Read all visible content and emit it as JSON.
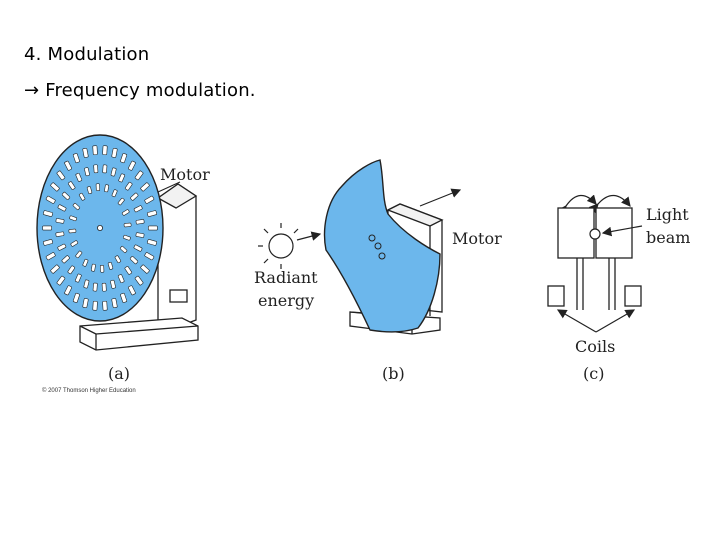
{
  "slide": {
    "heading": "4. Modulation",
    "subheading": "→ Frequency modulation."
  },
  "figure": {
    "panel_a": {
      "label_motor": "Motor",
      "caption": "(a)",
      "copyright": "© 2007 Thomson Higher Education"
    },
    "panel_b": {
      "label_radiant_1": "Radiant",
      "label_radiant_2": "energy",
      "label_motor": "Motor",
      "caption": "(b)"
    },
    "panel_c": {
      "label_light_1": "Light",
      "label_light_2": "beam",
      "label_coils": "Coils",
      "caption": "(c)"
    },
    "colors": {
      "disk_blue": "#6cb7ec",
      "outline": "#222222"
    }
  }
}
